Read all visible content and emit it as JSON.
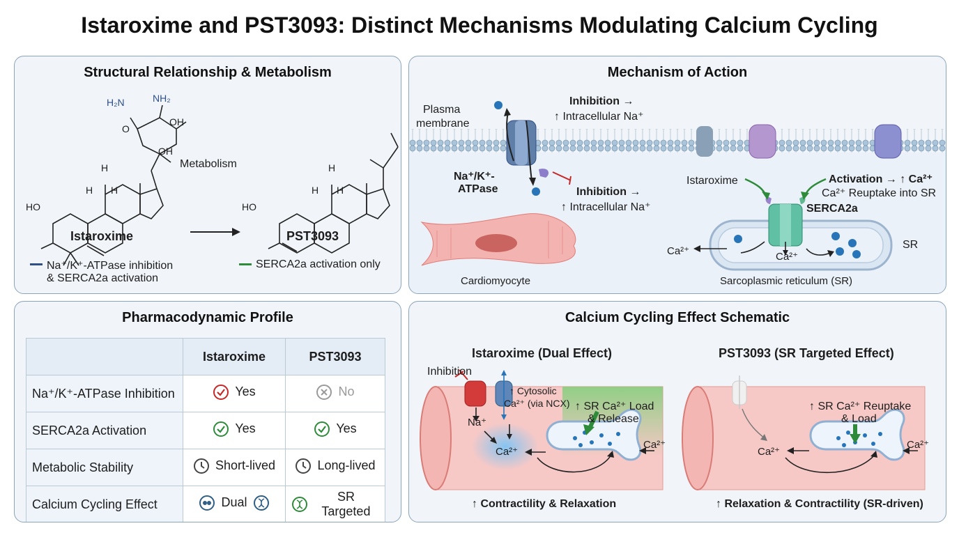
{
  "title": "Istaroxime and PST3093: Distinct Mechanisms Modulating Calcium Cycling",
  "panel_structure": {
    "title": "Structural Relationship & Metabolism",
    "arrow_label": "Metabolism",
    "compound1": "Istaroxime",
    "compound2": "PST3093",
    "legend1_line1": "Na⁺/K⁺-ATPase inhibition",
    "legend1_line2": "& SERCA2a activation",
    "legend2": "SERCA2a activation only",
    "legend1_color": "#2f4f86",
    "legend2_color": "#2e8b3a",
    "atoms": {
      "h2n": "H₂N",
      "nh2": "NH₂",
      "o": "O",
      "oh": "OH",
      "h": "H",
      "ho": "HO"
    }
  },
  "panel_moa": {
    "title": "Mechanism of Action",
    "plasma_membrane_1": "Plasma",
    "plasma_membrane_2": "membrane",
    "inhibition_top_1": "Inhibition →",
    "inhibition_top_2": "↑ Intracellular Na⁺",
    "pump_1": "Na⁺/K⁺-",
    "pump_2": "ATPase",
    "inhibition_mid_1": "Inhibition →",
    "inhibition_mid_2": "↑ Intracellular Na⁺",
    "istaroxime": "Istaroxime",
    "activation_1": "Activation → ↑ Ca²⁺",
    "activation_2": "Ca²⁺ Reuptake into SR",
    "serca": "SERCA2a",
    "sr": "SR",
    "ca_left": "Ca²⁺",
    "ca_center": "Ca²⁺",
    "cardiomyocyte": "Cardiomyocyte",
    "sr_full": "Sarcoplasmic reticulum (SR)"
  },
  "panel_pd": {
    "title": "Pharmacodynamic Profile",
    "columns": [
      "",
      "Istaroxime",
      "PST3093"
    ],
    "rows": [
      {
        "label": "Na⁺/K⁺-ATPase Inhibition",
        "ista": "Yes",
        "pst": "No",
        "ista_icon": "red-check-icon",
        "pst_icon": "gray-x-icon"
      },
      {
        "label": "SERCA2a Activation",
        "ista": "Yes",
        "pst": "Yes",
        "ista_icon": "green-check-icon",
        "pst_icon": "green-check-icon"
      },
      {
        "label": "Metabolic Stability",
        "ista": "Short-lived",
        "pst": "Long-lived",
        "ista_icon": "clock-icon",
        "pst_icon": "clock-icon"
      },
      {
        "label": "Calcium Cycling Effect",
        "ista": "Dual",
        "pst": "SR Targeted",
        "ista_icon": "dual-icon",
        "pst_icon": "sr-icon"
      }
    ]
  },
  "panel_cce": {
    "title": "Calcium Cycling Effect Schematic",
    "left_title": "Istaroxime (Dual Effect)",
    "right_title": "PST3093 (SR Targeted Effect)",
    "inhibition": "Inhibition",
    "na": "Na⁺",
    "cytosolic_1": "↑ Cytosolic",
    "cytosolic_2": "Ca²⁺ (via NCX)",
    "load_1": "↑ SR Ca²⁺ Load",
    "load_2": "& Release",
    "ca_cyto": "Ca²⁺",
    "ca_out_left": "Ca²⁺",
    "reuptake_1": "↑ SR Ca²⁺ Reuptake",
    "reuptake_2": "& Load",
    "ca_cyto_right": "Ca²⁺",
    "ca_out_right": "Ca²⁺",
    "left_result": "↑ Contractility & Relaxation",
    "right_result": "↑ Relaxation & Contractility (SR-driven)"
  }
}
